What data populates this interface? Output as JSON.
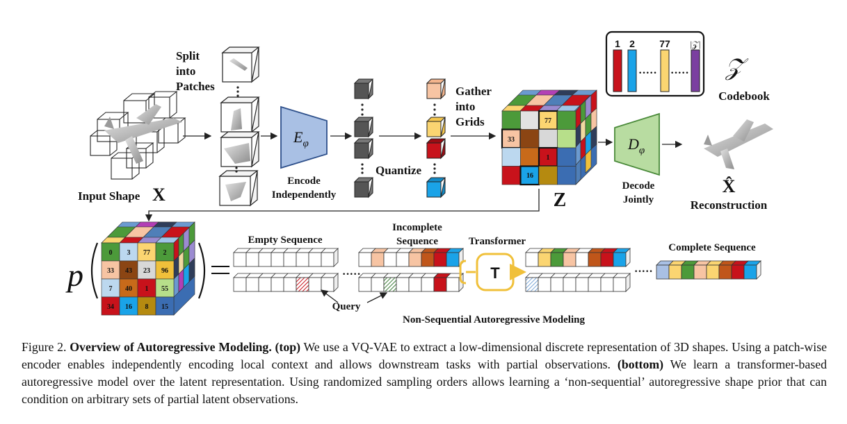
{
  "labels": {
    "split": [
      "Split",
      "into",
      "Patches"
    ],
    "input_shape": "Input Shape",
    "input_symbol": "X",
    "encoder_symbol": "E",
    "encoder_sub": "φ",
    "encode": [
      "Encode",
      "Independently"
    ],
    "quantize": "Quantize",
    "gather": [
      "Gather",
      "into",
      "Grids"
    ],
    "z_symbol": "Z",
    "codebook_indices": [
      "1",
      "2",
      "77",
      "|𝒵|"
    ],
    "codebook_dots": "·····",
    "codebook_symbol": "𝒵",
    "codebook": "Codebook",
    "decoder_symbol": "D",
    "decoder_sub": "φ",
    "decode": [
      "Decode",
      "Jointly"
    ],
    "recon_symbol": "X̂",
    "reconstruction": "Reconstruction",
    "p_symbol": "p",
    "empty_sequence": "Empty Sequence",
    "incomplete_sequence": [
      "Incomplete",
      "Sequence"
    ],
    "transformer": "Transformer",
    "transformer_symbol": "T",
    "complete_sequence": "Complete Sequence",
    "query": "Query",
    "nsar": "Non-Sequential Autoregressive Modeling",
    "ellipsis": "·····"
  },
  "z_grid_numbers": [
    "77",
    "33",
    "1",
    "16"
  ],
  "p_grid_numbers": [
    [
      "0",
      "3",
      "77",
      "2"
    ],
    [
      "33",
      "43",
      "23",
      "96"
    ],
    [
      "7",
      "40",
      "1",
      "55"
    ],
    [
      "34",
      "16",
      "8",
      "15"
    ]
  ],
  "colors": {
    "encoder": "#a9c0e4",
    "decoder": "#b8dca1",
    "transformer_border": "#f0c03a",
    "orange_cell": "#f7c4a3",
    "yellow_cell": "#fbd571",
    "red_cell": "#c8121b",
    "blue_cell": "#1aa3e8",
    "purple_bar": "#7b3fa0"
  },
  "caption": {
    "fig": "Figure 2.",
    "title": "Overview of Autoregressive Modeling.",
    "top_tag": "(top)",
    "top_text": "We use a VQ-VAE to extract a low-dimensional discrete representation of 3D shapes. Using a patch-wise encoder enables independently encoding local context and allows downstream tasks with partial observations.",
    "bottom_tag": "(bottom)",
    "bottom_text": "We learn a transformer-based autoregressive model over the latent representation. Using randomized sampling orders allows learning a ‘non-sequential’ autoregressive shape prior that can condition on arbitrary sets of partial latent observations."
  }
}
